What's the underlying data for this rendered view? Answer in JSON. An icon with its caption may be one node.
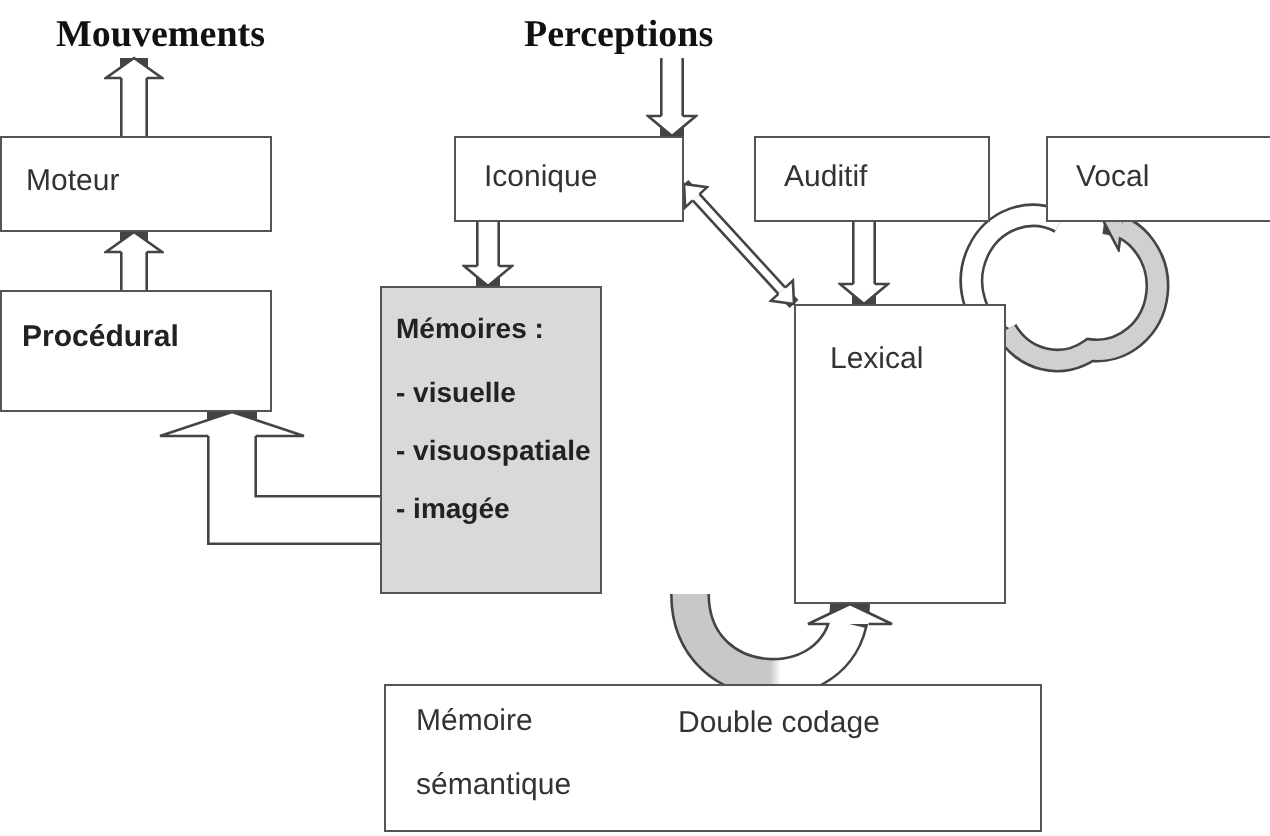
{
  "diagram": {
    "nodes": [
      {
        "text": [
          "Mouvements"
        ]
      },
      {
        "text": [
          "Perceptions"
        ]
      },
      {
        "text": [
          "Moteur"
        ]
      },
      {
        "text": [
          "Procédural"
        ]
      },
      {
        "text": [
          "Iconique"
        ]
      },
      {
        "text": [
          "Auditif"
        ]
      },
      {
        "text": [
          "Vocal"
        ]
      },
      {
        "text": [
          "Mémoires :",
          "- visuelle",
          "- visuospatiale",
          "- imagée"
        ]
      },
      {
        "text": [
          "Lexical"
        ]
      },
      {
        "text": [
          "Mémoire sémantique",
          "Double codage"
        ]
      }
    ],
    "edges": [
      {
        "from": 2,
        "to": 0,
        "arrow": "to"
      },
      {
        "from": 3,
        "to": 2,
        "arrow": "to"
      },
      {
        "from": 1,
        "to": 4,
        "arrow": "to"
      },
      {
        "from": 4,
        "to": 7,
        "arrow": "to"
      },
      {
        "from": 4,
        "to": 8,
        "arrow": "both"
      },
      {
        "from": 5,
        "to": 8,
        "arrow": "to"
      },
      {
        "from": 7,
        "to": 3,
        "arrow": "to",
        "style": "thick"
      },
      {
        "from": 7,
        "to": 8,
        "arrow": "to"
      },
      {
        "from": 6,
        "to": 8,
        "arrow": "to"
      },
      {
        "from": 8,
        "to": 6,
        "arrow": "to"
      }
    ]
  }
}
